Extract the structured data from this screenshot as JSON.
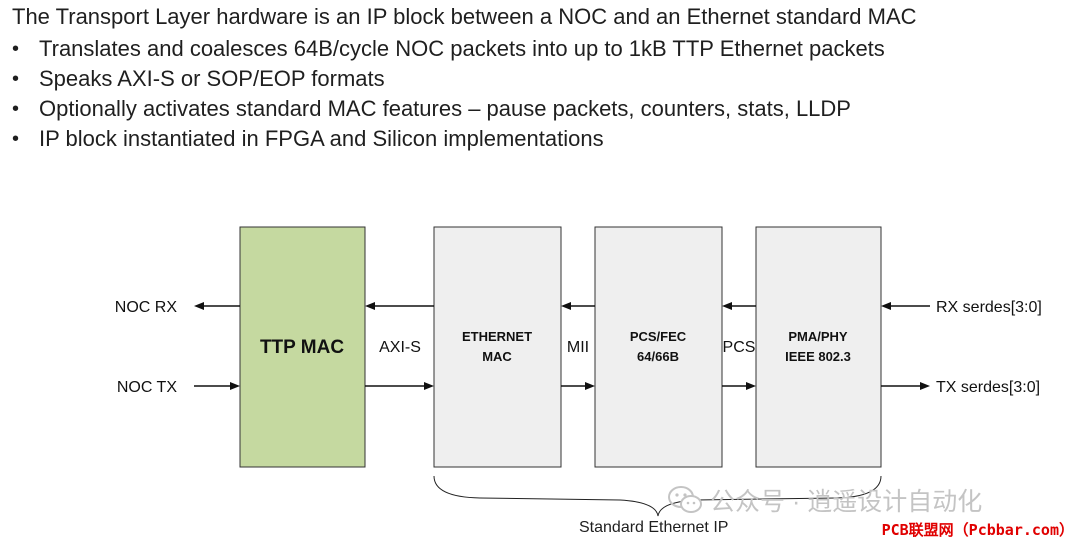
{
  "text": {
    "heading": "The Transport Layer hardware is an IP block between a NOC and an Ethernet standard MAC",
    "bullet_char": "•",
    "bullets": [
      "Translates and coalesces 64B/cycle NOC packets into up to 1kB TTP Ethernet packets",
      "Speaks AXI-S or SOP/EOP formats",
      "Optionally activates standard MAC features – pause packets, counters, stats, LLDP",
      "IP block instantiated in FPGA and Silicon implementations"
    ]
  },
  "diagram": {
    "blocks": {
      "ttp_mac": {
        "label": "TTP MAC",
        "fill": "#c5d9a0"
      },
      "ethernet_mac": {
        "line1": "ETHERNET",
        "line2": "MAC",
        "fill": "#efefef"
      },
      "pcs_fec": {
        "line1": "PCS/FEC",
        "line2": "64/66B",
        "fill": "#efefef"
      },
      "pma_phy": {
        "line1": "PMA/PHY",
        "line2": "IEEE 802.3",
        "fill": "#efefef"
      }
    },
    "interfaces": {
      "axi_s": "AXI-S",
      "mii": "MII",
      "pcs": "PCS"
    },
    "external_signals": {
      "noc_rx": "NOC RX",
      "noc_tx": "NOC TX",
      "rx_serdes": "RX serdes[3:0]",
      "tx_serdes": "TX serdes[3:0]"
    },
    "brace_label": "Standard Ethernet IP"
  },
  "watermark": {
    "text": "公众号 · 逍遥设计自动化",
    "credit": "PCB联盟网（Pcbbar.com）"
  }
}
